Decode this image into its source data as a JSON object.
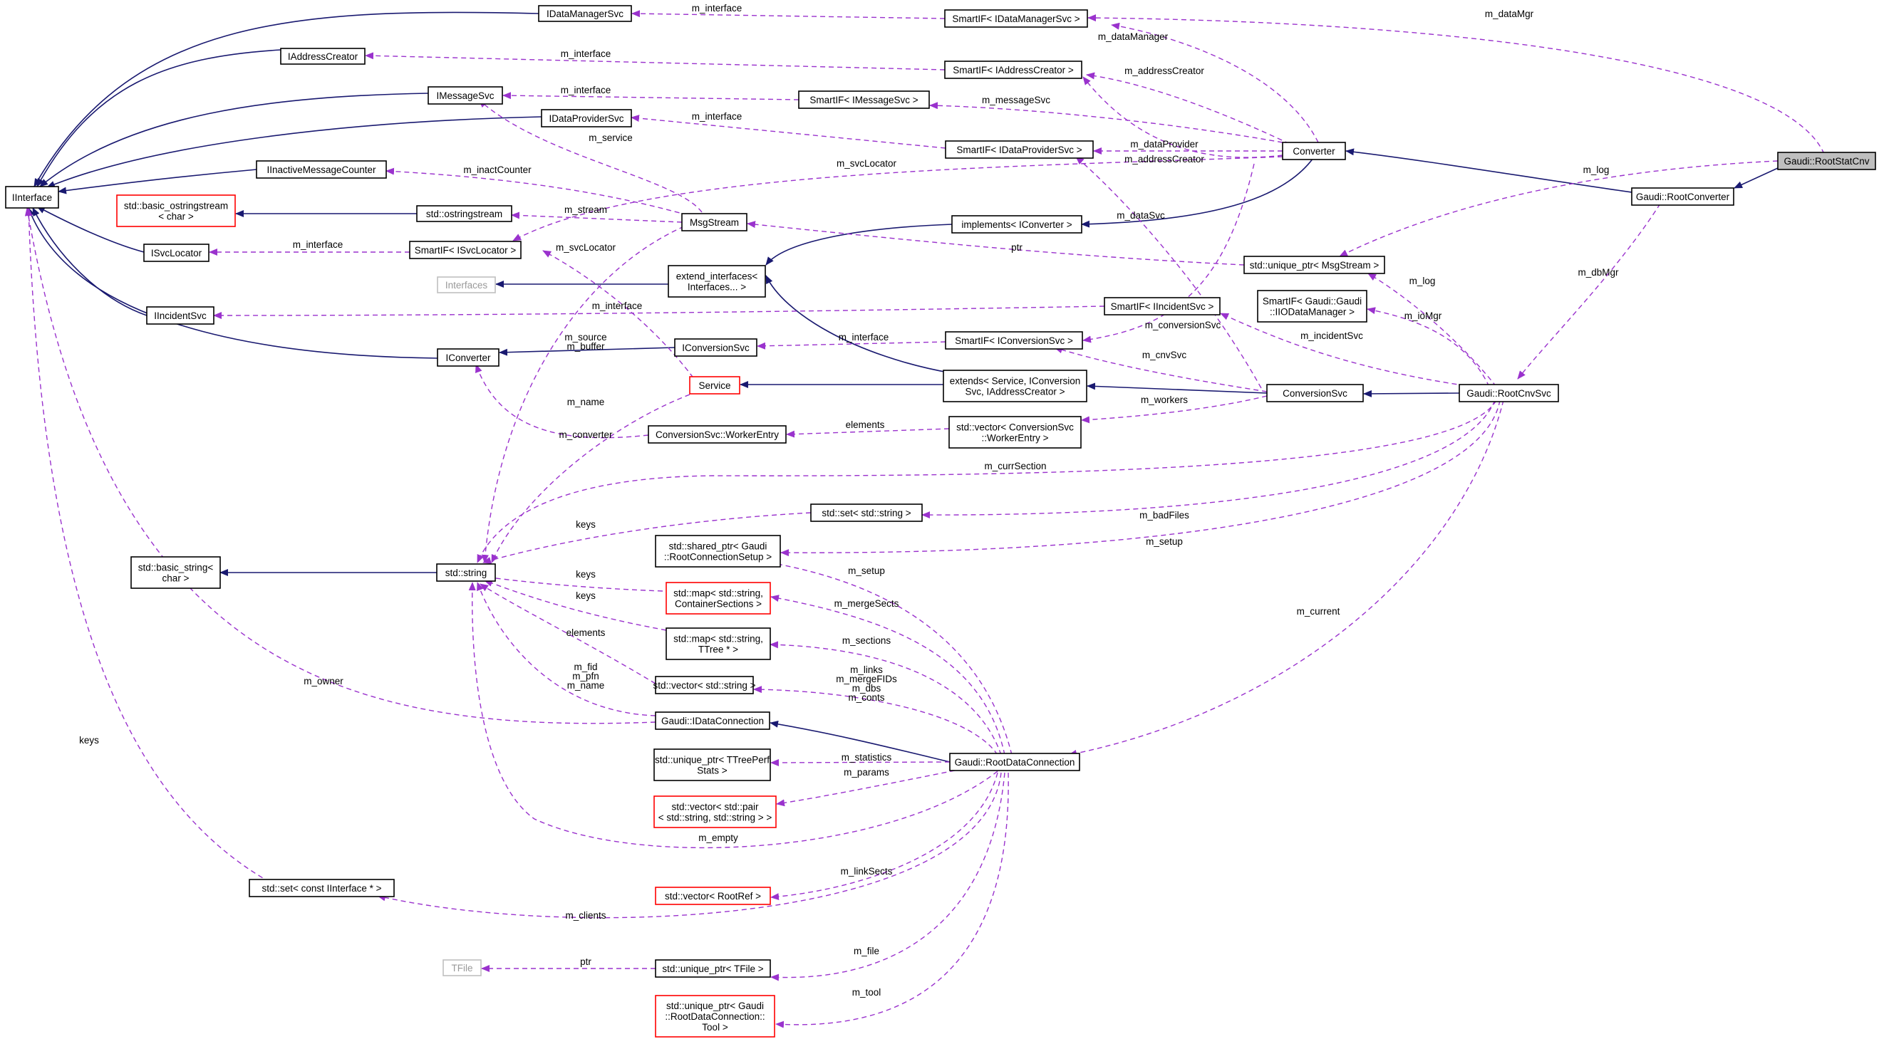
{
  "diagram": {
    "colors": {
      "inherit_edge": "#191970",
      "usage_edge": "#9a32cd",
      "focus_node_fill": "#bfbfbf",
      "undocumented_border": "#ff0000",
      "external_border": "#bfbfbf"
    },
    "nodes": {
      "iinterface": [
        "IInterface"
      ],
      "idatamanagersvc": [
        "IDataManagerSvc"
      ],
      "iaddresscreator": [
        "IAddressCreator"
      ],
      "imessagesvc": [
        "IMessageSvc"
      ],
      "idataprovidersvc": [
        "IDataProviderSvc"
      ],
      "iinactivemessagecounter": [
        "IInactiveMessageCounter"
      ],
      "basic_ostringstream": [
        "std::basic_ostringstream",
        "< char >"
      ],
      "ostringstream": [
        "std::ostringstream"
      ],
      "isvclocator": [
        "ISvcLocator"
      ],
      "interfaces": [
        "Interfaces"
      ],
      "iincidentsvc": [
        "IIncidentSvc"
      ],
      "iconverter": [
        "IConverter"
      ],
      "smartif_idatamanagersvc": [
        "SmartIF< IDataManagerSvc >"
      ],
      "smartif_iaddresscreator": [
        "SmartIF< IAddressCreator >"
      ],
      "smartif_imessagesvc": [
        "SmartIF< IMessageSvc >"
      ],
      "smartif_idataprovidersvc": [
        "SmartIF< IDataProviderSvc >"
      ],
      "msgstream": [
        "MsgStream"
      ],
      "implements_iconverter": [
        "implements< IConverter >"
      ],
      "smartif_isvclocator": [
        "SmartIF< ISvcLocator >"
      ],
      "extend_interfaces": [
        "extend_interfaces<",
        "Interfaces... >"
      ],
      "smartif_iincidentsvc": [
        "SmartIF< IIncidentSvc >"
      ],
      "iconversionsvc": [
        "IConversionSvc"
      ],
      "smartif_iconversionsvc": [
        "SmartIF< IConversionSvc >"
      ],
      "service": [
        "Service"
      ],
      "extends_service": [
        "extends< Service, IConversion",
        "Svc, IAddressCreator >"
      ],
      "workerentry": [
        "ConversionSvc::WorkerEntry"
      ],
      "vector_workerentry": [
        "std::vector< ConversionSvc",
        "::WorkerEntry >"
      ],
      "converter": [
        "Converter"
      ],
      "unique_ptr_msgstream": [
        "std::unique_ptr< MsgStream >"
      ],
      "smartif_iiodatamanager": [
        "SmartIF< Gaudi::Gaudi",
        "::IIODataManager >"
      ],
      "conversionsvc": [
        "ConversionSvc"
      ],
      "rootstatcnv": [
        "Gaudi::RootStatCnv"
      ],
      "rootconverter": [
        "Gaudi::RootConverter"
      ],
      "rootcnvsvc": [
        "Gaudi::RootCnvSvc"
      ],
      "std_string": [
        "std::string"
      ],
      "basic_string": [
        "std::basic_string<",
        "char >"
      ],
      "set_string": [
        "std::set< std::string >"
      ],
      "shared_ptr_setup": [
        "std::shared_ptr< Gaudi",
        "::RootConnectionSetup >"
      ],
      "map_containersections": [
        "std::map< std::string,",
        "ContainerSections >"
      ],
      "map_ttree": [
        "std::map< std::string,",
        "TTree * >"
      ],
      "vector_string": [
        "std::vector< std::string >"
      ],
      "idataconnection": [
        "Gaudi::IDataConnection"
      ],
      "rootdataconnection": [
        "Gaudi::RootDataConnection"
      ],
      "unique_ptr_ttreeperf": [
        "std::unique_ptr< TTreePerf",
        "Stats >"
      ],
      "vector_pair": [
        "std::vector< std::pair",
        "< std::string, std::string > >"
      ],
      "vector_rootref": [
        "std::vector< RootRef >"
      ],
      "set_iinterface": [
        "std::set< const IInterface * >"
      ],
      "tfile": [
        "TFile"
      ],
      "unique_ptr_tfile": [
        "std::unique_ptr< TFile >"
      ],
      "unique_ptr_tool": [
        "std::unique_ptr< Gaudi",
        "::RootDataConnection::",
        "Tool >"
      ]
    },
    "edge_labels": {
      "m_interface_dm": "m_interface",
      "m_datamgr": "m_dataMgr",
      "m_datamanager": "m_dataManager",
      "m_interface_ac": "m_interface",
      "m_addresscreator_1": "m_addressCreator",
      "m_interface_ms": "m_interface",
      "m_messagesvc": "m_messageSvc",
      "m_interface_dp": "m_interface",
      "m_service": "m_service",
      "m_dataprovider": "m_dataProvider",
      "m_addresscreator_2": "m_addressCreator",
      "m_svclocator_1": "m_svcLocator",
      "m_inactcounter": "m_inactCounter",
      "m_log_1": "m_log",
      "m_stream": "m_stream",
      "m_datasvc": "m_dataSvc",
      "m_interface_sl": "m_interface",
      "m_svclocator_2": "m_svcLocator",
      "ptr_msgstream": "ptr",
      "m_log_2": "m_log",
      "m_dbmgr": "m_dbMgr",
      "m_interface_is": "m_interface",
      "m_iomgr": "m_ioMgr",
      "m_conversionsvc": "m_conversionSvc",
      "m_incidentsvc": "m_incidentSvc",
      "m_source": "m_source",
      "m_buffer": "m_buffer",
      "m_interface_cs": "m_interface",
      "m_cnvsvc": "m_cnvSvc",
      "m_name": "m_name",
      "m_workers": "m_workers",
      "m_converter": "m_converter",
      "elements_we": "elements",
      "m_currsection": "m_currSection",
      "keys_set": "keys",
      "m_badfiles": "m_badFiles",
      "m_setup_1": "m_setup",
      "m_setup_2": "m_setup",
      "keys_map1": "keys",
      "keys_map2": "keys",
      "m_mergesects": "m_mergeSects",
      "m_current": "m_current",
      "elements_vs": "elements",
      "m_sections": "m_sections",
      "m_fid": "m_fid",
      "m_pfn": "m_pfn",
      "m_name_2": "m_name",
      "m_links": "m_links",
      "m_mergefids": "m_mergeFIDs",
      "m_dbs": "m_dbs",
      "m_conts": "m_conts",
      "m_owner": "m_owner",
      "m_statistics": "m_statistics",
      "m_params": "m_params",
      "keys_iface": "keys",
      "m_empty": "m_empty",
      "m_linksects": "m_linkSects",
      "m_clients": "m_clients",
      "ptr_tfile": "ptr",
      "m_file": "m_file",
      "m_tool": "m_tool"
    }
  }
}
